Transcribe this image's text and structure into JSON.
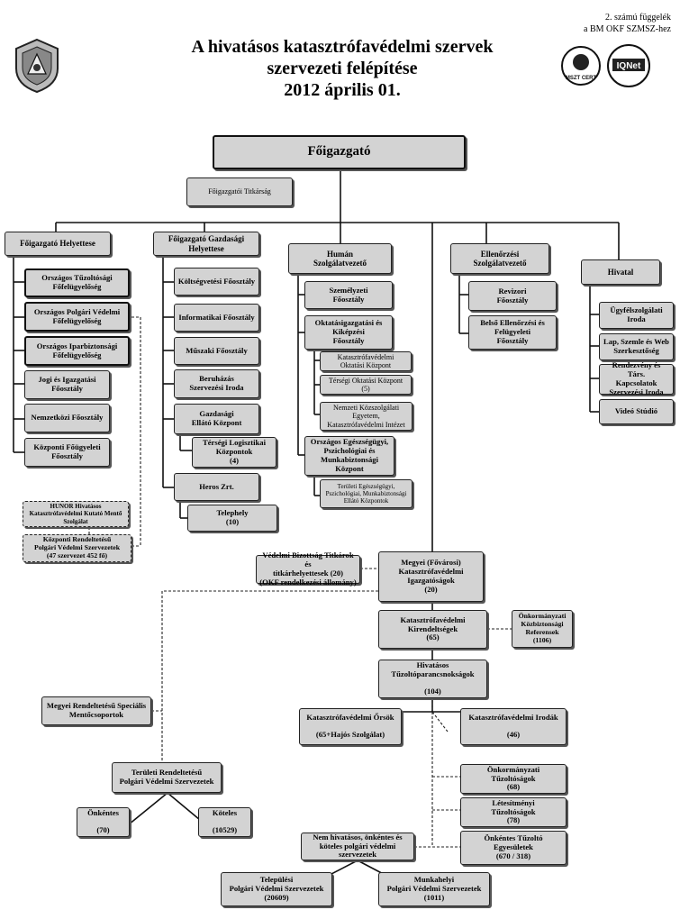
{
  "header": {
    "title_line1": "A hivatásos katasztrófavédelmi szervek",
    "title_line2": "szervezeti felépítése",
    "title_line3": "2012 április 01.",
    "appendix_line1": "2. számú függelék",
    "appendix_line2": "a BM OKF SZMSZ-hez",
    "logo_left_label": "crest-logo",
    "cert_logo_text": "MSZT CERT",
    "iqnet_logo_text": "IQNet"
  },
  "boxes": {
    "foigazgato": "Főigazgató",
    "titkarsag": "Főigazgatói Titkárság",
    "helyettes": "Főigazgató Helyettese",
    "gazd_helyettes": "Főigazgató Gazdasági\nHelyettese",
    "human": "Humán\nSzolgálatvezető",
    "ellenorzesi": "Ellenőrzési\nSzolgálatvezető",
    "hivatal": "Hivatal",
    "tuzoltosagi": "Országos Tűzoltósági\nFőfelügyelőség",
    "polgari": "Országos Polgári Védelmi\nFőfelügyelőség",
    "iparbiztonsagi": "Országos Iparbiztonsági\nFőfelügyelőség",
    "jogi": "Jogi és Igazgatási\nFőosztály",
    "nemzetkozi": "Nemzetközi Főosztály",
    "kozponti_fougyeleti": "Központi Főügyeleti\nFőosztály",
    "koltsegvetesi": "Költségvetési Főosztály",
    "informatikai": "Informatikai Főosztály",
    "muszaki": "Műszaki Főosztály",
    "beruhazas": "Beruházás\nSzervezési Iroda",
    "gazdasagi_ellato": "Gazdasági\nEllátó Központ",
    "tersegi_logisztikai": "Térségi Logisztikai\nKözpontok\n(4)",
    "heros": "Heros Zrt.",
    "telephely": "Telephely\n(10)",
    "szemelyzeti": "Személyzeti\nFőosztály",
    "oktatasigazgatasi": "Oktatásigazgatási és\nKiképzési\nFőosztály",
    "kat_oktatasi": "Katasztrófavédelmi\nOktatási Központ",
    "tersegi_oktatasi": "Térségi Oktatási Központ\n(5)",
    "nemzeti_kozszolgalati": "Nemzeti Közszolgálati\nEgyetem,\nKatasztrófavédelmi Intézet",
    "egeszsegugyi": "Országos Egészségügyi,\nPszichológiai és\nMunkabiztonsági\nKözpont",
    "teruleti_egeszsegugyi": "Területi Egészségügyi,\nPszichológiai, Munkabiztonsági\nEllátó Központok",
    "revizori": "Revizori\nFőosztály",
    "belso_ellenorzesi": "Belső Ellenőrzési és\nFelügyeleti\nFőosztály",
    "ugyfelszolgalati": "Ügyfélszolgálati\nIroda",
    "lap_szemle": "Lap, Szemle és Web\nSzerkesztőség",
    "rendezveny": "Rendezvény és Társ.\nKapcsolatok\nSzervezési Iroda",
    "video": "Videó Stúdió",
    "hunor": "HUNOR Hivatásos\nKatasztrófavédelmi Kutató Mentő\nSzolgálat",
    "kozponti_rendeltetesu": "Központi Rendeltetésű\nPolgári Védelmi Szervezetek\n(47 szervezet 452 fő)",
    "vedelmi_bizottsag": "Védelmi Bizottság Titkárok és\ntitkárhelyettesek (20)\n(OKF rendelkezési állomány)",
    "megyei_igazgatosagok": "Megyei (Fővárosi)\nKatasztrófavédelmi\nIgazgatóságok\n(20)",
    "kirendeltsegek": "Katasztrófavédelmi\nKirendeltségek\n(65)",
    "onkormanyzati_kozbiztonsagi": "Önkormányzati\nKözbiztonsági\nReferensek\n(1106)",
    "hivatasos_tuzolto": "Hivatásos\nTűzoltóparancsnokságok\n\n(104)",
    "megyei_specialis": "Megyei Rendeltetésű Speciális\nMentőcsoportok",
    "orsok": "Katasztrófavédelmi Őrsök\n\n(65+Hajós Szolgálat)",
    "irodak": "Katasztrófavédelmi Irodák\n\n(46)",
    "teruleti_rendeltetesu": "Területi Rendeltetésű\nPolgári Védelmi Szervezetek",
    "onkentes": "Önkéntes\n\n(70)",
    "koteles": "Köteles\n\n(10529)",
    "onkormanyzati_tuzoltosagok": "Önkormányzati\nTűzoltóságok\n(68)",
    "letesitmenyi": "Létesítményi\nTűzoltóságok\n(78)",
    "onkentes_tuzolto": "Önkéntes Tűzoltó\nEgyesületek\n(670 / 318)",
    "nem_hivatasos": "Nem hivatásos, önkéntes és\nköteles polgári védelmi\nszervezetek",
    "telepulesi": "Települési\nPolgári Védelmi Szervezetek\n(20609)",
    "munkahelyi": "Munkahelyi\nPolgári Védelmi Szervezetek\n(1011)"
  }
}
